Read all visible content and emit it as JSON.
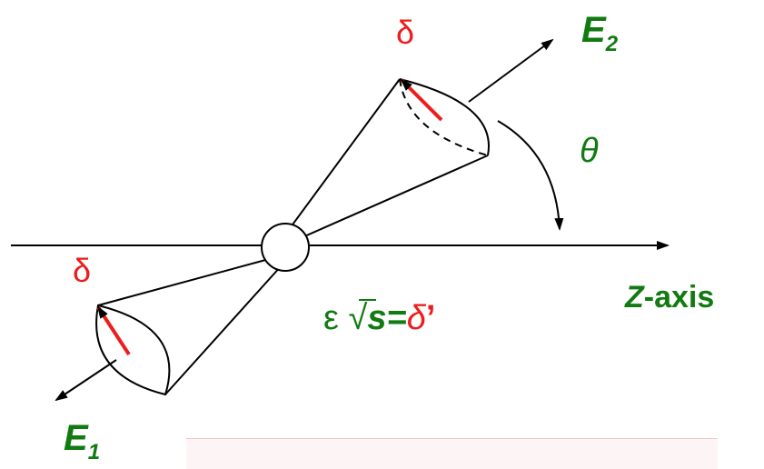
{
  "colors": {
    "red": "#ee1c1c",
    "green": "#117a11",
    "line": "#000000",
    "footer_border": "#ecc9c9",
    "footer_bg": "#fdf5f5"
  },
  "labels": {
    "delta_top": "δ",
    "e2_main": "E",
    "e2_sub": "2",
    "theta": "θ",
    "delta_left": "δ",
    "z_var": "Z",
    "z_suffix": "-axis",
    "formula_eps": "ε ",
    "formula_sqrt": "√",
    "formula_s": "s",
    "formula_eq": "=",
    "formula_delta": "δ",
    "formula_prime": "’",
    "e1_main": "E",
    "e1_sub": "1"
  }
}
